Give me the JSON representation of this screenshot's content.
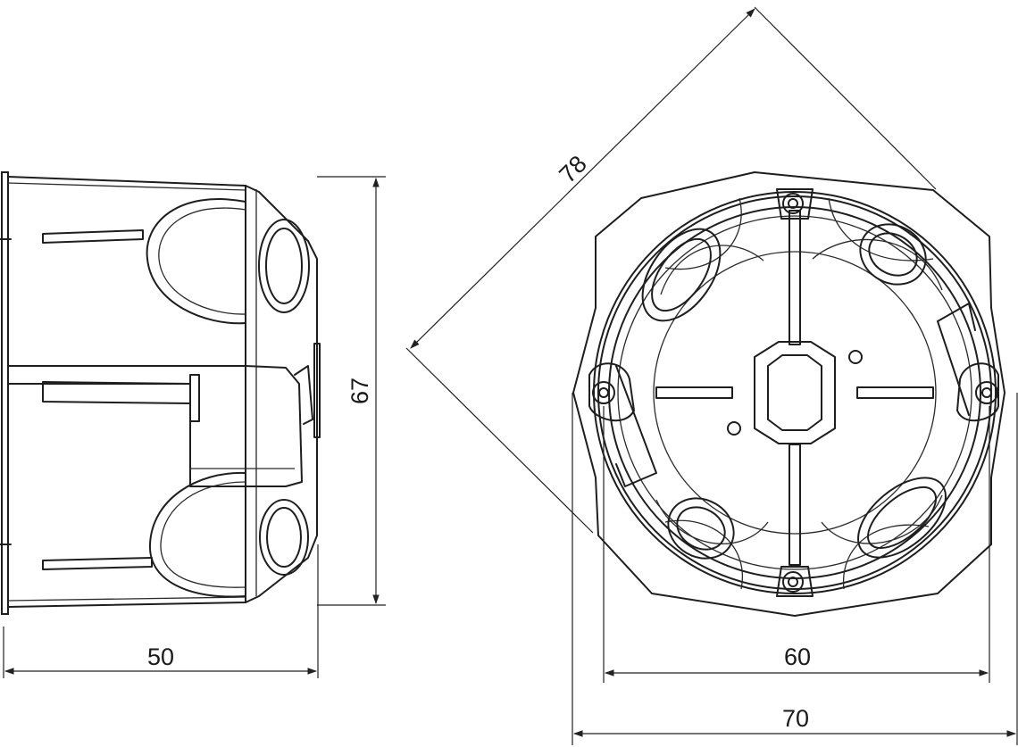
{
  "drawing": {
    "dimensions": {
      "side_depth": "50",
      "side_height": "67",
      "front_diagonal": "78",
      "front_inner": "60",
      "front_outer": "70"
    },
    "colors": {
      "line": "#1e1e1e",
      "background": "#ffffff"
    }
  }
}
